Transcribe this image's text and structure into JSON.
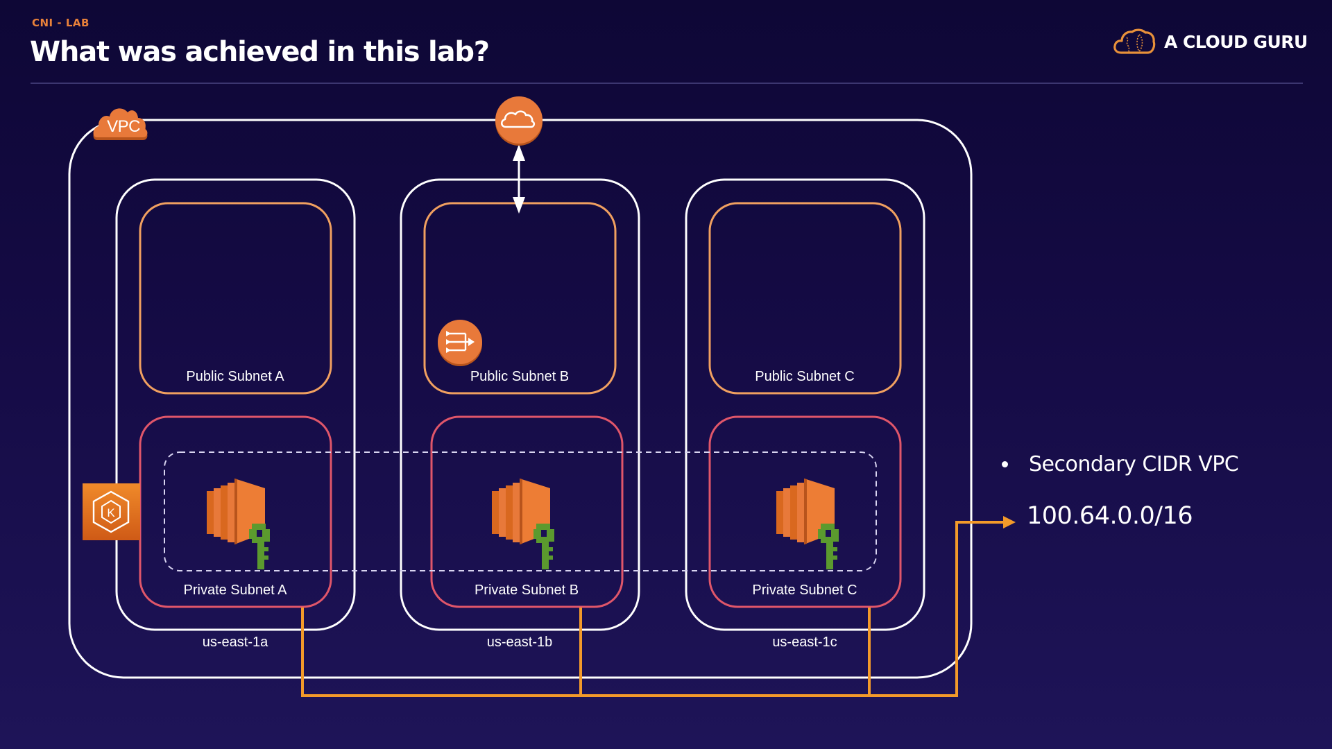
{
  "header": {
    "eyebrow": "CNI - LAB",
    "title": "What was achieved in this lab?"
  },
  "brand": {
    "name": "A CLOUD GURU",
    "icon": "cloud-logo-icon"
  },
  "colors": {
    "background": "#150b45",
    "accent_orange": "#e8813a",
    "public_subnet_border": "#f0a060",
    "private_subnet_border": "#e0566a",
    "connector_orange": "#f39a2a",
    "key_green": "#5b9a2e"
  },
  "diagram": {
    "vpc": {
      "label": "VPC",
      "icon": "vpc-cloud-icon"
    },
    "internet_gateway": {
      "icon": "internet-gateway-icon"
    },
    "nat_gateway": {
      "icon": "nat-gateway-icon",
      "subnet": "Public Subnet B"
    },
    "eks": {
      "icon": "eks-kubernetes-icon",
      "letter": "K"
    },
    "availability_zones": [
      {
        "name": "us-east-1a",
        "public_subnet": "Public Subnet A",
        "private_subnet": "Private Subnet A",
        "instance_icon": "ec2-instance-icon",
        "key_icon": "key-icon"
      },
      {
        "name": "us-east-1b",
        "public_subnet": "Public Subnet B",
        "private_subnet": "Private Subnet B",
        "instance_icon": "ec2-instance-icon",
        "key_icon": "key-icon"
      },
      {
        "name": "us-east-1c",
        "public_subnet": "Public Subnet C",
        "private_subnet": "Private Subnet C",
        "instance_icon": "ec2-instance-icon",
        "key_icon": "key-icon"
      }
    ]
  },
  "notes": {
    "bullet": "Secondary CIDR VPC",
    "cidr": "100.64.0.0/16"
  }
}
